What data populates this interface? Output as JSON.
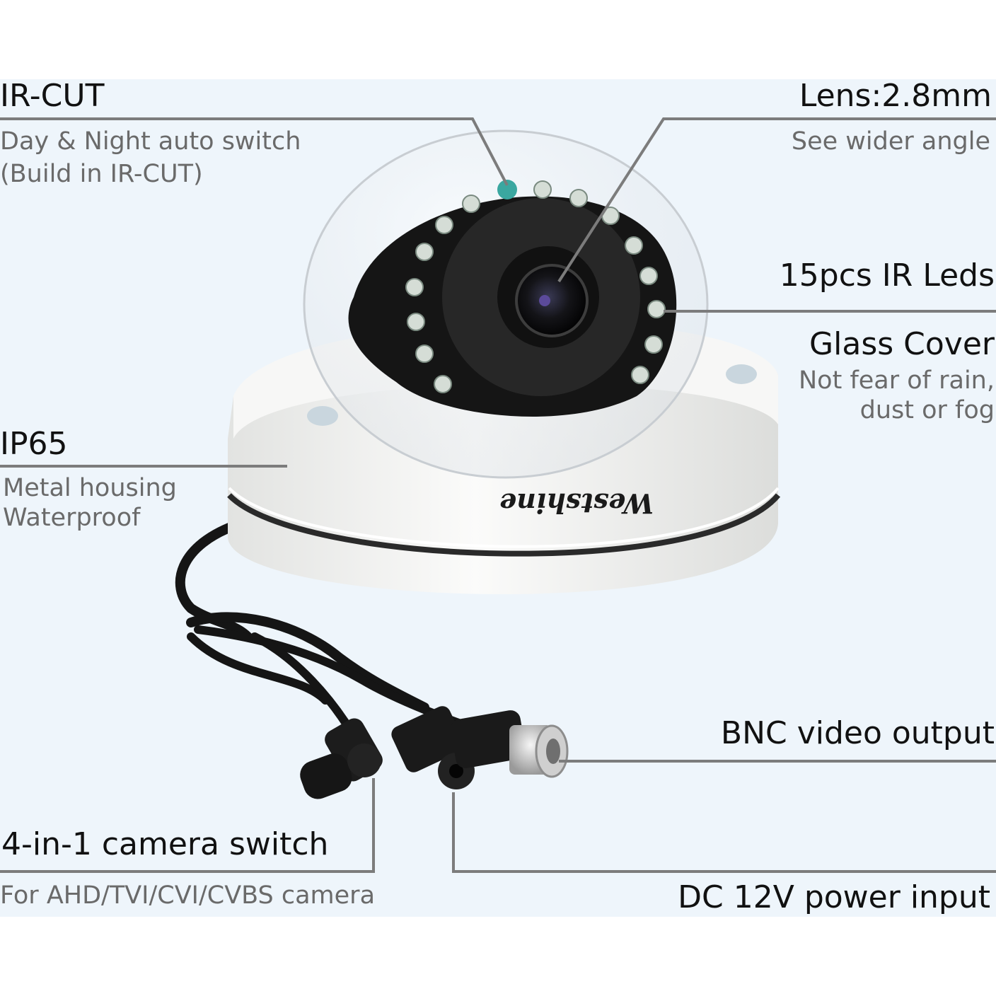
{
  "background_color": "#eef5fb",
  "brand": "Westshine",
  "callouts": {
    "ir_cut": {
      "title": "IR-CUT",
      "line1": "Day & Night auto switch",
      "line2": "(Build in IR-CUT)"
    },
    "lens": {
      "title": "Lens:2.8mm",
      "line1": "See wider angle"
    },
    "ir_leds": {
      "title": "15pcs IR Leds"
    },
    "glass_cover": {
      "title": "Glass Cover",
      "line1": "Not fear of rain,",
      "line2": "dust or fog"
    },
    "ip65": {
      "title": "IP65",
      "line1": "Metal housing",
      "line2": "Waterproof"
    },
    "bnc": {
      "title": "BNC video output"
    },
    "switch": {
      "title": "4-in-1 camera switch",
      "line1": "For AHD/TVI/CVI/CVBS camera"
    },
    "dc": {
      "title": "DC 12V power input"
    }
  },
  "colors": {
    "leader_line": "#7c7c7c",
    "housing": "#f4f4f2",
    "lens_body": "#2c2c2c"
  }
}
